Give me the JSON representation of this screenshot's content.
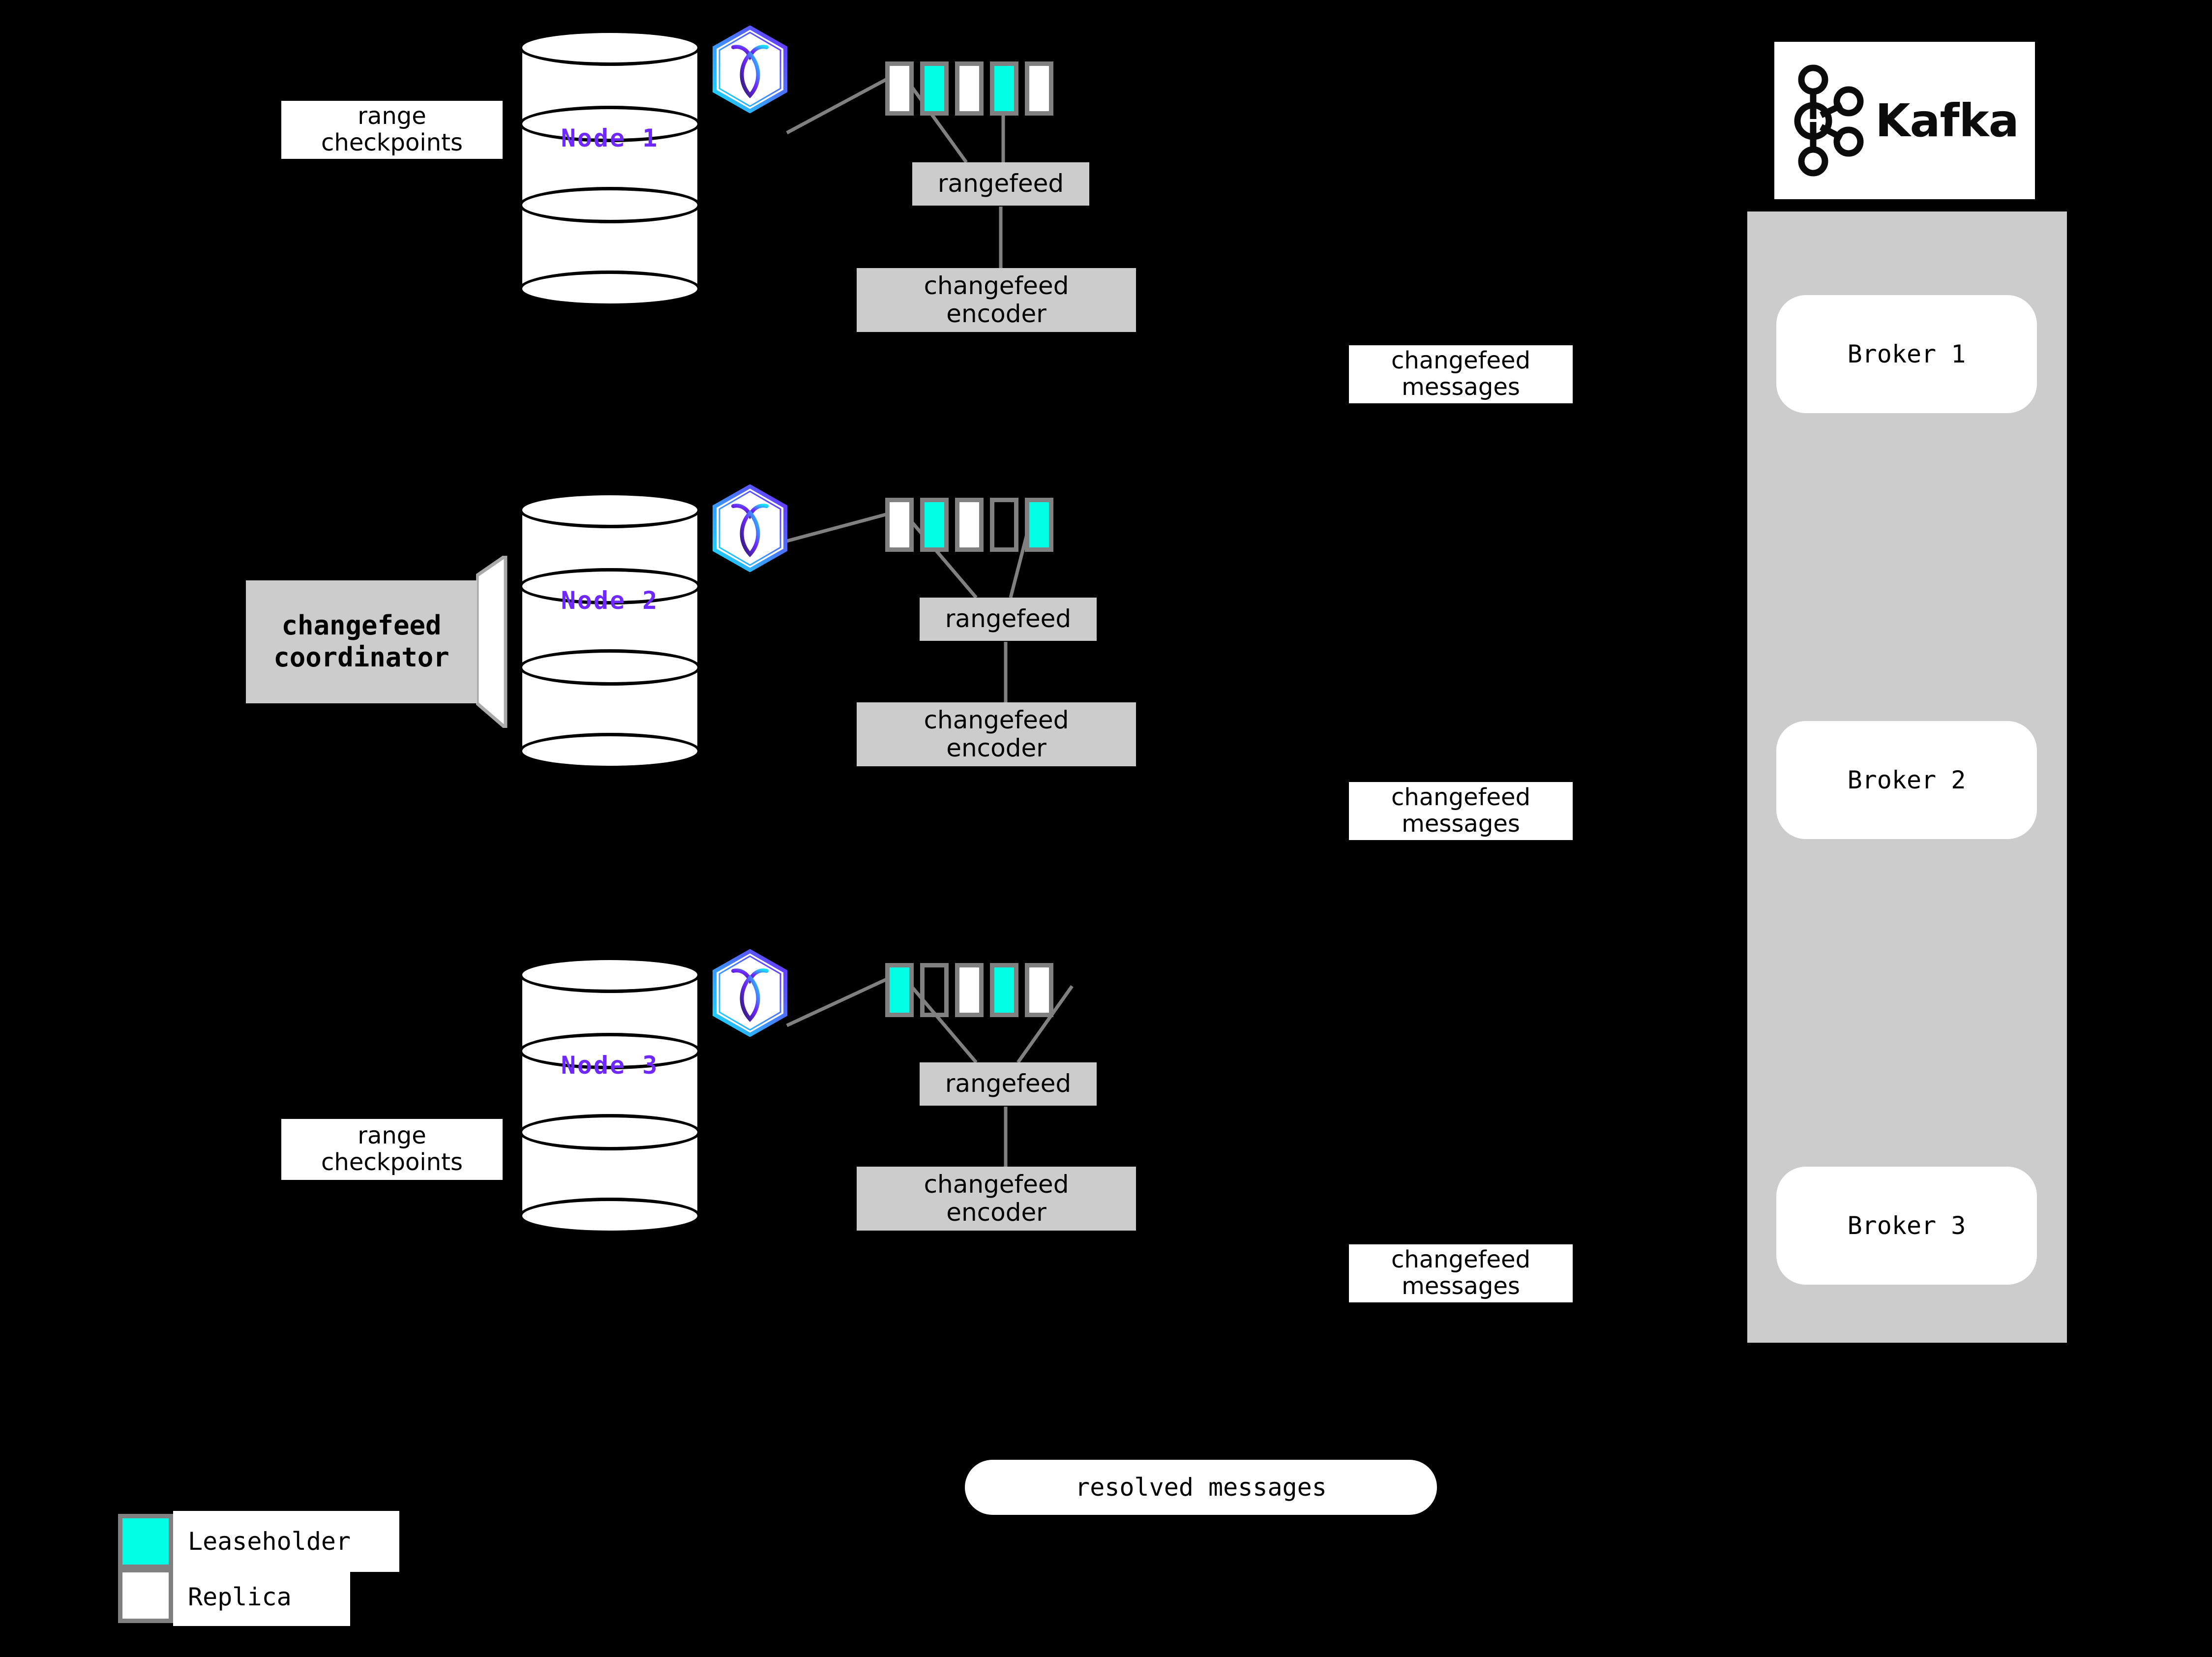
{
  "background": "#000000",
  "colors": {
    "leaseholder": "#00ffe5",
    "replica": "#ffffff",
    "range_border": "#808080",
    "process_box": "#cccccc",
    "node_label": "#6f29ff",
    "kafka_panel": "#cccccc",
    "wire": "#808080"
  },
  "nodes": [
    {
      "label": "Node 1",
      "badge": "cockroachdb-logo",
      "side_label": "range\ncheckpoints",
      "ranges": [
        "replica",
        "leaseholder",
        "replica",
        "leaseholder",
        "replica"
      ],
      "rangefeed": "rangefeed",
      "encoder": "changefeed\nencoder",
      "messages": "changefeed\nmessages"
    },
    {
      "label": "Node 2",
      "badge": "cockroachdb-logo",
      "side_label": "changefeed\ncoordinator",
      "ranges": [
        "replica",
        "leaseholder",
        "replica",
        "empty",
        "leaseholder"
      ],
      "rangefeed": "rangefeed",
      "encoder": "changefeed\nencoder",
      "messages": "changefeed\nmessages"
    },
    {
      "label": "Node 3",
      "badge": "cockroachdb-logo",
      "side_label": "range\ncheckpoints",
      "ranges": [
        "leaseholder",
        "empty",
        "replica",
        "leaseholder",
        "replica"
      ],
      "rangefeed": "rangefeed",
      "encoder": "changefeed\nencoder",
      "messages": "changefeed\nmessages"
    }
  ],
  "kafka": {
    "logo_wordmark": "Kafka",
    "logo_icon": "kafka-node-graph-icon",
    "brokers": [
      "Broker 1",
      "Broker 2",
      "Broker 3"
    ]
  },
  "resolved_messages": "resolved messages",
  "legend": {
    "items": [
      {
        "swatch": "leaseholder",
        "label": "Leaseholder"
      },
      {
        "swatch": "replica",
        "label": "Replica"
      }
    ]
  }
}
